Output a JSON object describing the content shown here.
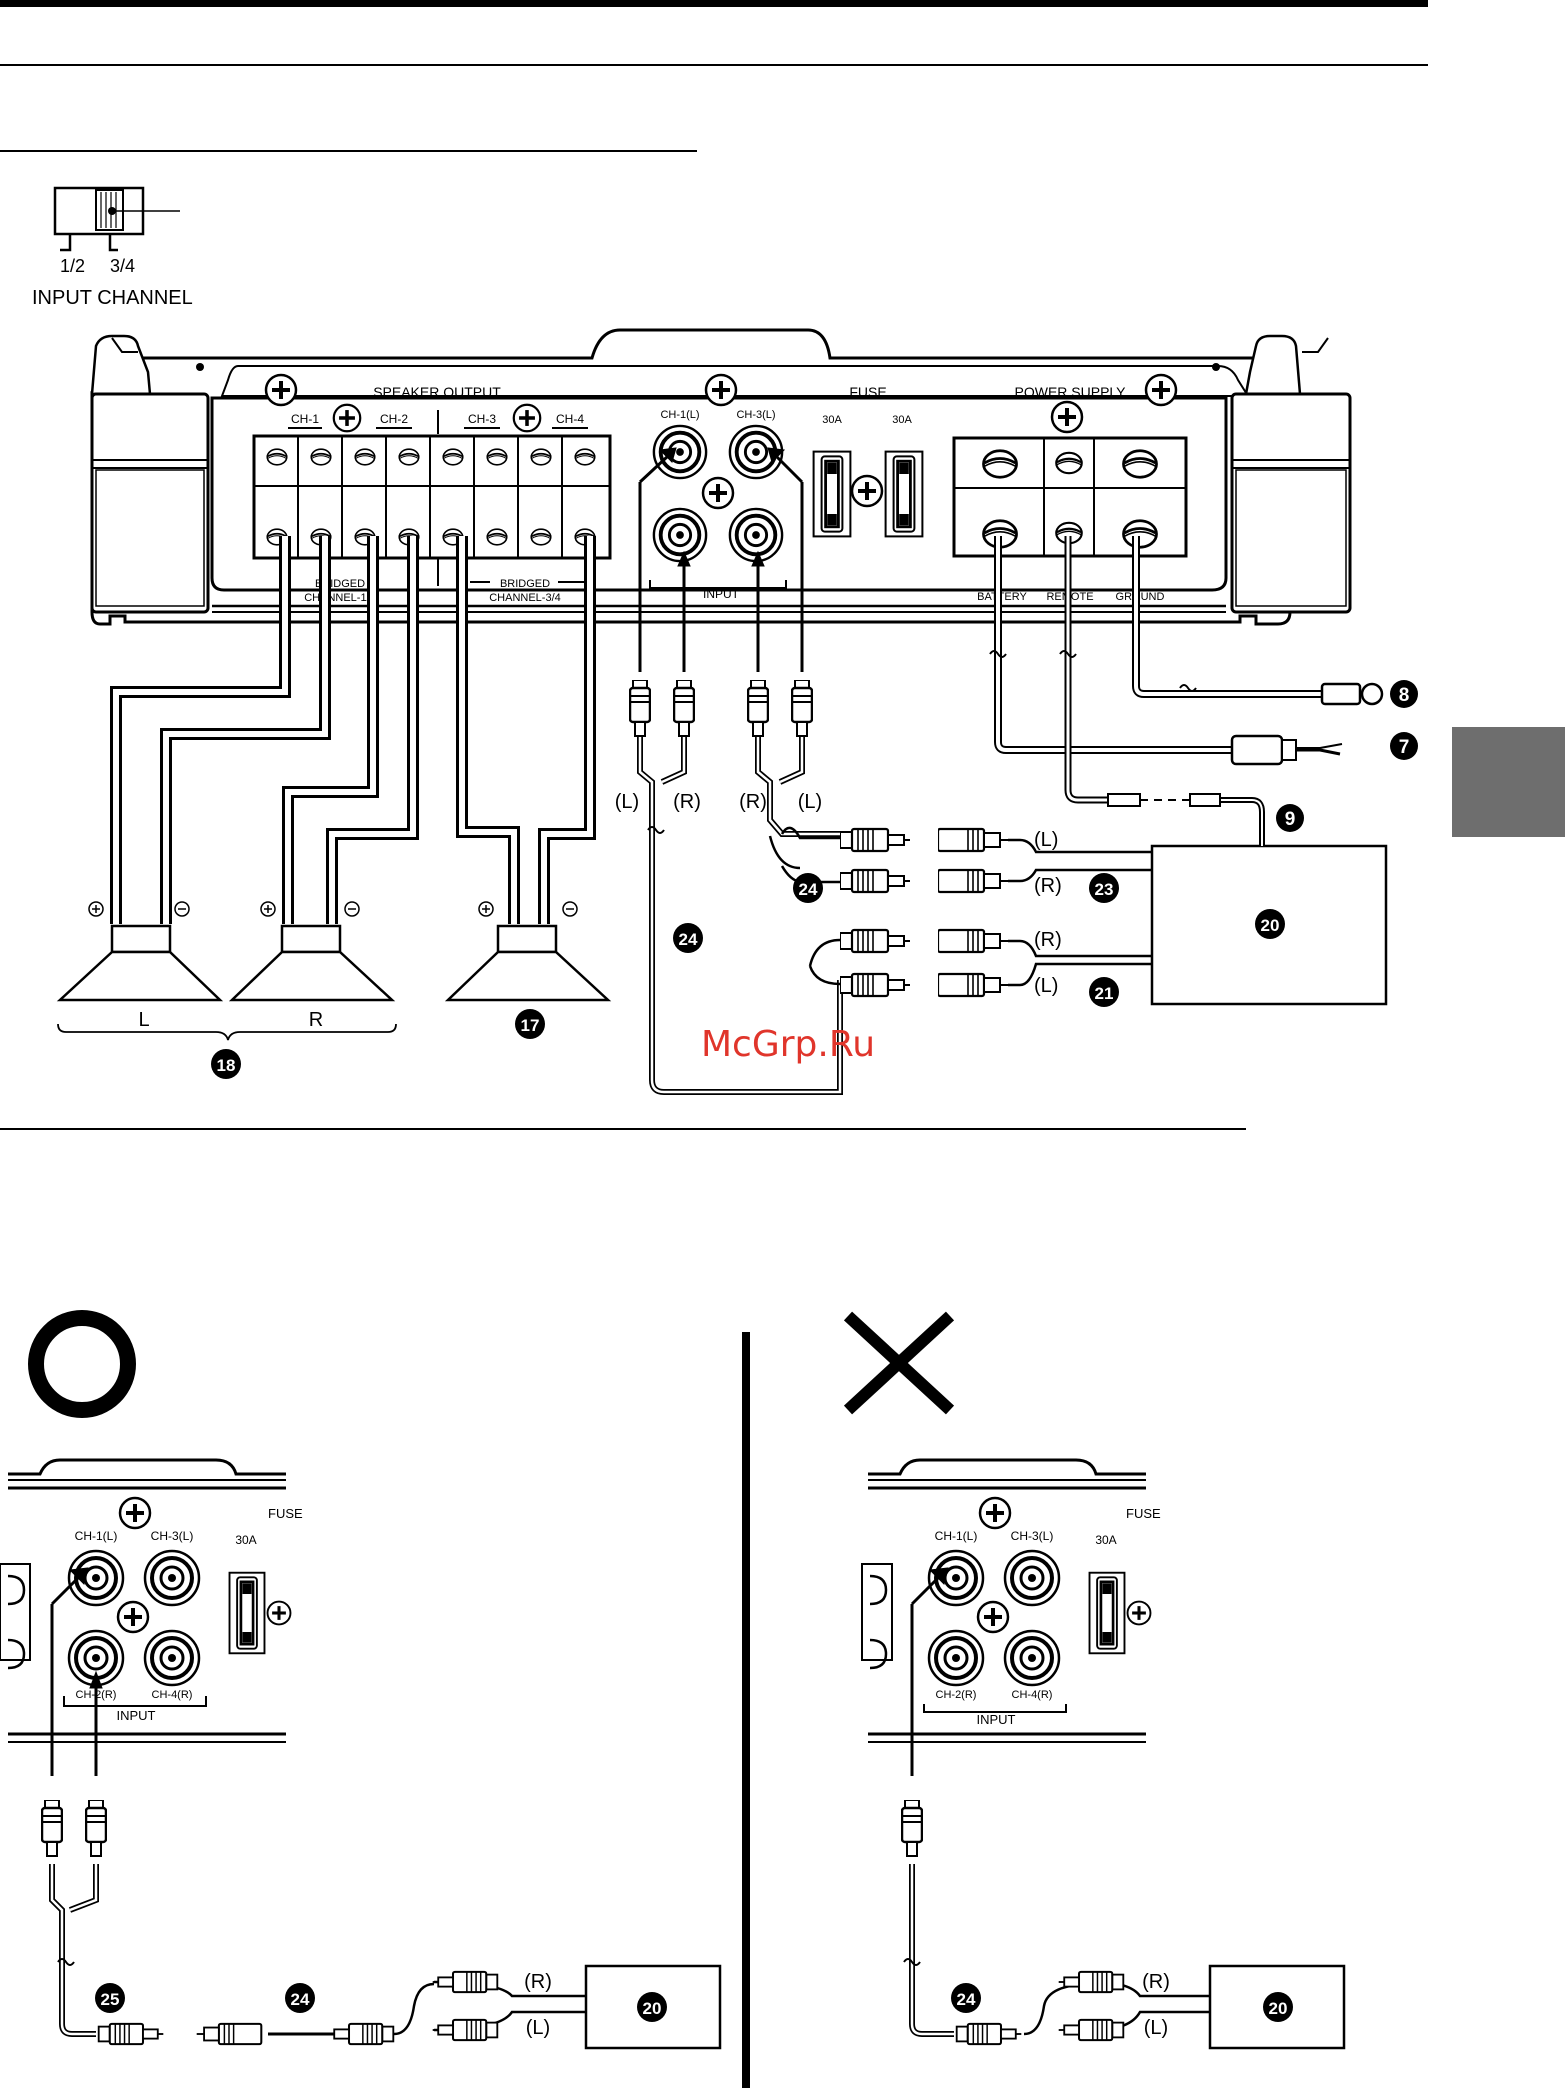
{
  "switch": {
    "pos_a": "1/2",
    "pos_b": "3/4",
    "caption": "INPUT CHANNEL"
  },
  "amp": {
    "speaker_output": "SPEAKER OUTPUT",
    "channels": [
      "CH-1",
      "CH-2",
      "CH-3",
      "CH-4"
    ],
    "bridged_12": [
      "BRIDGED",
      "CHANNEL-1/2"
    ],
    "bridged_34": [
      "BRIDGED",
      "CHANNEL-3/4"
    ],
    "input_labels": {
      "ch1": "CH-1(L)",
      "ch3": "CH-3(L)",
      "ch2": "CH-2(R)",
      "ch4": "CH-4(R)",
      "input": "INPUT"
    },
    "fuse": "FUSE",
    "fuse_rating": "30A",
    "power_supply": "POWER SUPPLY",
    "terminals": [
      "BATTERY",
      "REMOTE",
      "GROUND"
    ]
  },
  "callouts": {
    "n7": "7",
    "n8": "8",
    "n9": "9",
    "n17": "17",
    "n18": "18",
    "n20": "20",
    "n21": "21",
    "n23": "23",
    "n24": "24",
    "n25": "25"
  },
  "lr": {
    "L": "(L)",
    "R": "(R)"
  },
  "speakers": {
    "left": "L",
    "right": "R"
  },
  "watermark": "McGrp.Ru",
  "colors": {
    "ink": "#000000",
    "tab": "#6e6e6e",
    "paper": "#ffffff"
  }
}
